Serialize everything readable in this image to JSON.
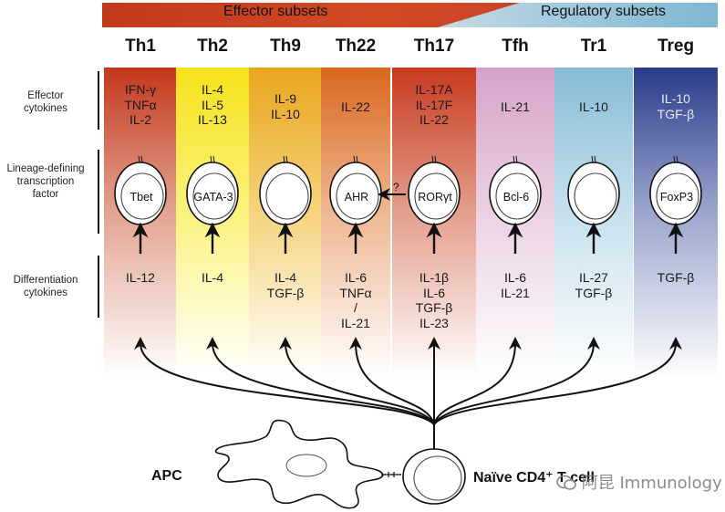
{
  "banners": {
    "effector": "Effector subsets",
    "regulatory": "Regulatory subsets"
  },
  "row_labels": {
    "effector_cytokines": [
      "Effector",
      "cytokines"
    ],
    "lineage_tf": [
      "Lineage-defining",
      "transcription",
      "factor"
    ],
    "differentiation_cytokines": [
      "Differentiation",
      "cytokines"
    ]
  },
  "subsets": [
    {
      "name": "Th1",
      "effector": [
        "IFN-γ",
        "TNFα",
        "IL-2"
      ],
      "tf": "Tbet",
      "diff": [
        "IL-12"
      ]
    },
    {
      "name": "Th2",
      "effector": [
        "IL-4",
        "IL-5",
        "IL-13"
      ],
      "tf": "GATA-3",
      "diff": [
        "IL-4"
      ]
    },
    {
      "name": "Th9",
      "effector": [
        "IL-9",
        "IL-10"
      ],
      "tf": "",
      "diff": [
        "IL-4",
        "TGF-β"
      ]
    },
    {
      "name": "Th22",
      "effector": [
        "IL-22"
      ],
      "tf": "AHR",
      "diff": [
        "IL-6",
        "TNFα",
        "/",
        "IL-21"
      ]
    },
    {
      "name": "Th17",
      "effector": [
        "IL-17A",
        "IL-17F",
        "IL-22"
      ],
      "tf": "RORγt",
      "diff": [
        "IL-1β",
        "IL-6",
        "TGF-β",
        "IL-23"
      ]
    },
    {
      "name": "Tfh",
      "effector": [
        "IL-21"
      ],
      "tf": "Bcl-6",
      "diff": [
        "IL-6",
        "IL-21"
      ]
    },
    {
      "name": "Tr1",
      "effector": [
        "IL-10"
      ],
      "tf": "",
      "diff": [
        "IL-27",
        "TGF-β"
      ]
    },
    {
      "name": "Treg",
      "effector": [
        "IL-10",
        "TGF-β"
      ],
      "tf": "FoxP3",
      "diff": [
        "TGF-β"
      ]
    }
  ],
  "column_colors": [
    {
      "top": "#c4371c",
      "mid": "#e2a08e",
      "bottom": "#ffffff"
    },
    {
      "top": "#f5e21a",
      "mid": "#fbf27a",
      "bottom": "#ffffff"
    },
    {
      "top": "#e9a51c",
      "mid": "#f5d27a",
      "bottom": "#ffffff"
    },
    {
      "top": "#d9661d",
      "mid": "#eeb58f",
      "bottom": "#ffffff"
    },
    {
      "top": "#c73a1f",
      "mid": "#e39b89",
      "bottom": "#ffffff"
    },
    {
      "top": "#d7a2c8",
      "mid": "#ead0e2",
      "bottom": "#ffffff"
    },
    {
      "top": "#86bcd6",
      "mid": "#c4dfec",
      "bottom": "#ffffff"
    },
    {
      "top": "#2a3a8a",
      "mid": "#98a3cc",
      "bottom": "#ffffff"
    }
  ],
  "th22_question": "?",
  "apc_label": "APC",
  "naive_label": "Naïve CD4⁺ T cell",
  "watermark": "阿昆 Immunology"
}
